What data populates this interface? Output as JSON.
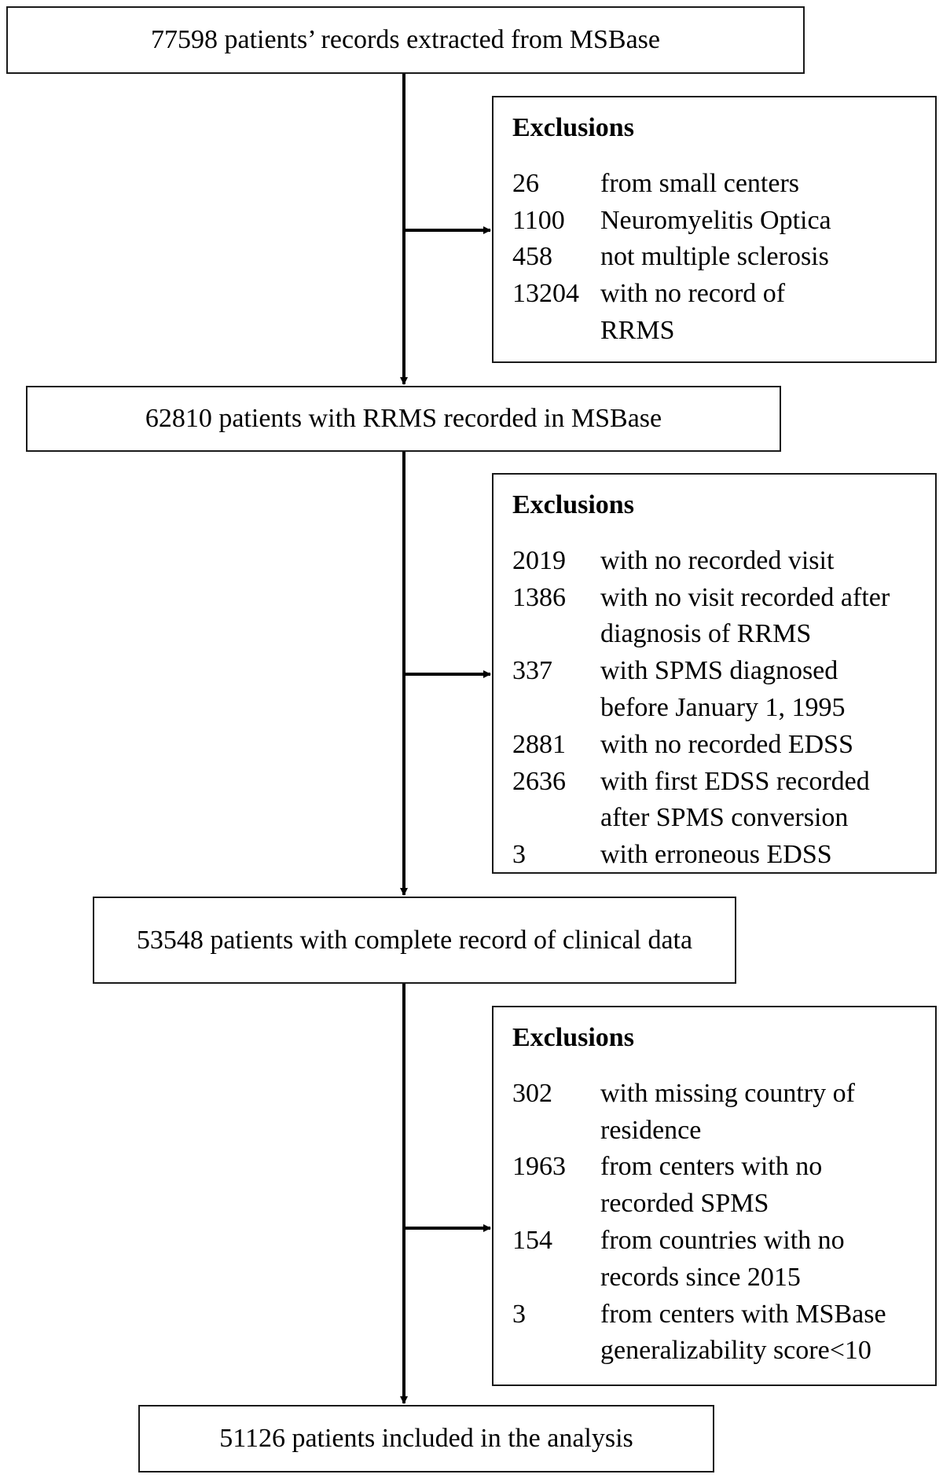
{
  "stages": [
    {
      "text": "77598 patients’ records extracted from MSBase"
    },
    {
      "text": "62810 patients with RRMS recorded in MSBase"
    },
    {
      "text": "53548 patients with complete record of clinical data"
    },
    {
      "text": "51126 patients included in the analysis"
    }
  ],
  "exclusions": [
    {
      "title": "Exclusions",
      "items": [
        {
          "count": "26",
          "reason": "from small centers"
        },
        {
          "count": "1100",
          "reason": "Neuromyelitis Optica"
        },
        {
          "count": "458",
          "reason": "not multiple sclerosis"
        },
        {
          "count": "13204",
          "reason": "with no record of RRMS"
        }
      ]
    },
    {
      "title": "Exclusions",
      "items": [
        {
          "count": "2019",
          "reason": "with no recorded visit"
        },
        {
          "count": "1386",
          "reason": "with no visit recorded after diagnosis of RRMS"
        },
        {
          "count": "337",
          "reason": "with SPMS diagnosed before January 1, 1995"
        },
        {
          "count": "2881",
          "reason": "with no recorded EDSS"
        },
        {
          "count": "2636",
          "reason": "with first EDSS recorded after SPMS conversion"
        },
        {
          "count": "3",
          "reason": "with erroneous EDSS"
        }
      ]
    },
    {
      "title": "Exclusions",
      "items": [
        {
          "count": "302",
          "reason": "with missing country of residence"
        },
        {
          "count": "1963",
          "reason": "from centers with no recorded SPMS"
        },
        {
          "count": "154",
          "reason": "from countries with no records since 2015"
        },
        {
          "count": "3",
          "reason": "from centers with MSBase generalizability score<10"
        }
      ]
    }
  ]
}
